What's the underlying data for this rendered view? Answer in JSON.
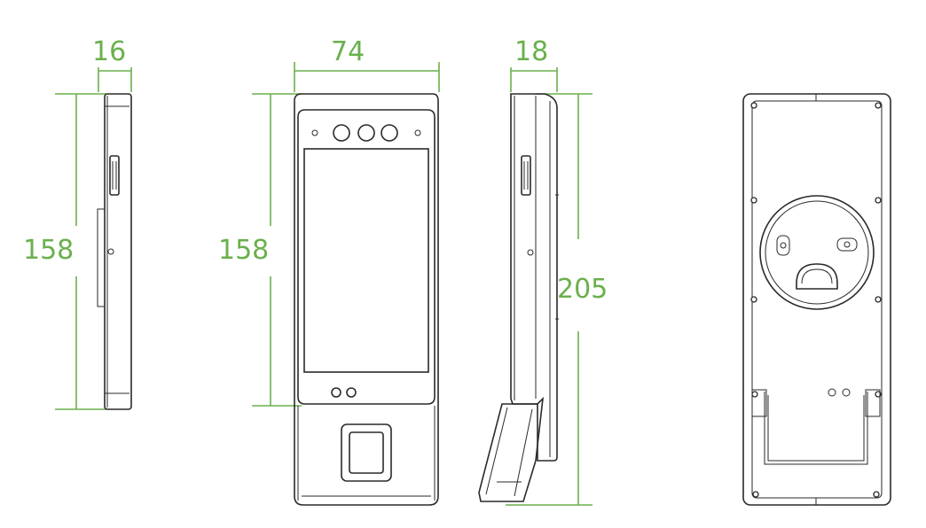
{
  "dimensions": {
    "side_left_width": "16",
    "side_left_height": "158",
    "front_width": "74",
    "front_height": "158",
    "side_right_depth": "18",
    "side_right_total_height": "205"
  },
  "colors": {
    "dimension_lines": "#6ab04c",
    "outline": "#2a2a2a",
    "background": "#ffffff"
  }
}
